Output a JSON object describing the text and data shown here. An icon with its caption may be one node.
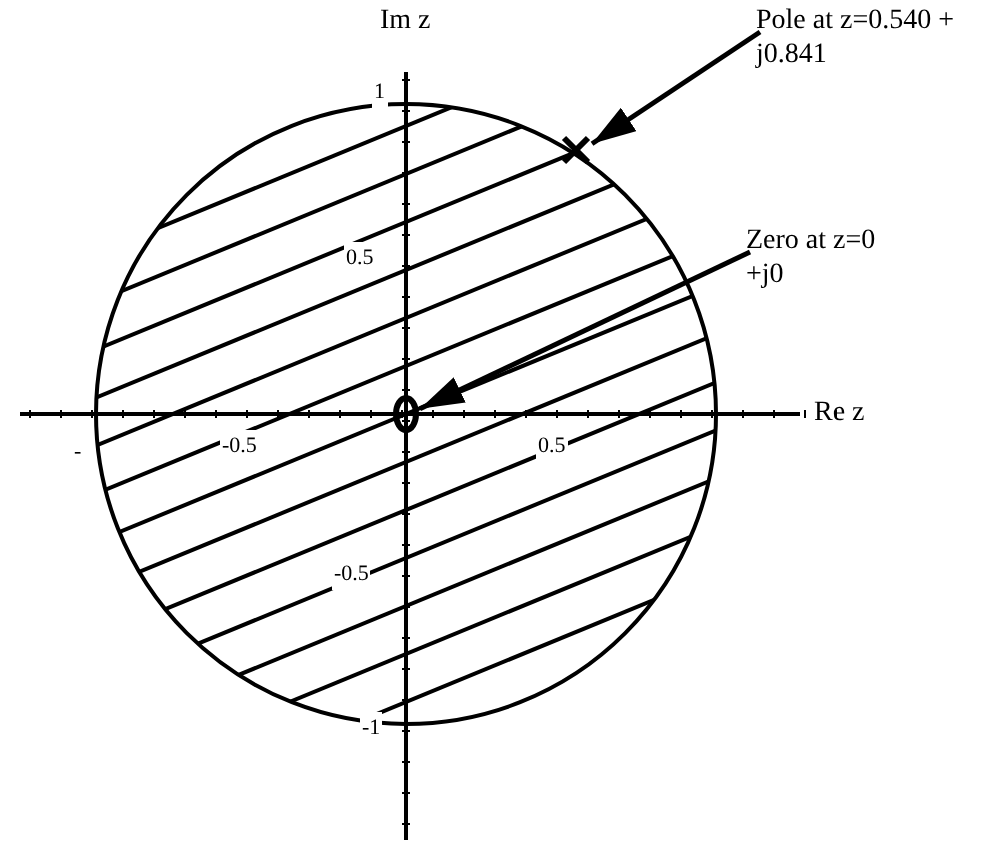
{
  "diagram": {
    "nodes": [
      {
        "text": [
          "Pole at z=0.540 + j0.841"
        ]
      },
      {
        "text": [],
        "shape": "cross"
      },
      {
        "text": [
          "Zero at z=0 +j0"
        ]
      },
      {
        "text": [],
        "shape": "circle"
      }
    ],
    "edges": [
      {
        "from": 0,
        "to": 1,
        "arrow": "to"
      },
      {
        "from": 2,
        "to": 3,
        "arrow": "to"
      }
    ],
    "labels": [
      "Im z",
      "1",
      "0.5",
      "-",
      "-0.5",
      "0.5",
      "Re z",
      "-0.5",
      "-1"
    ]
  }
}
